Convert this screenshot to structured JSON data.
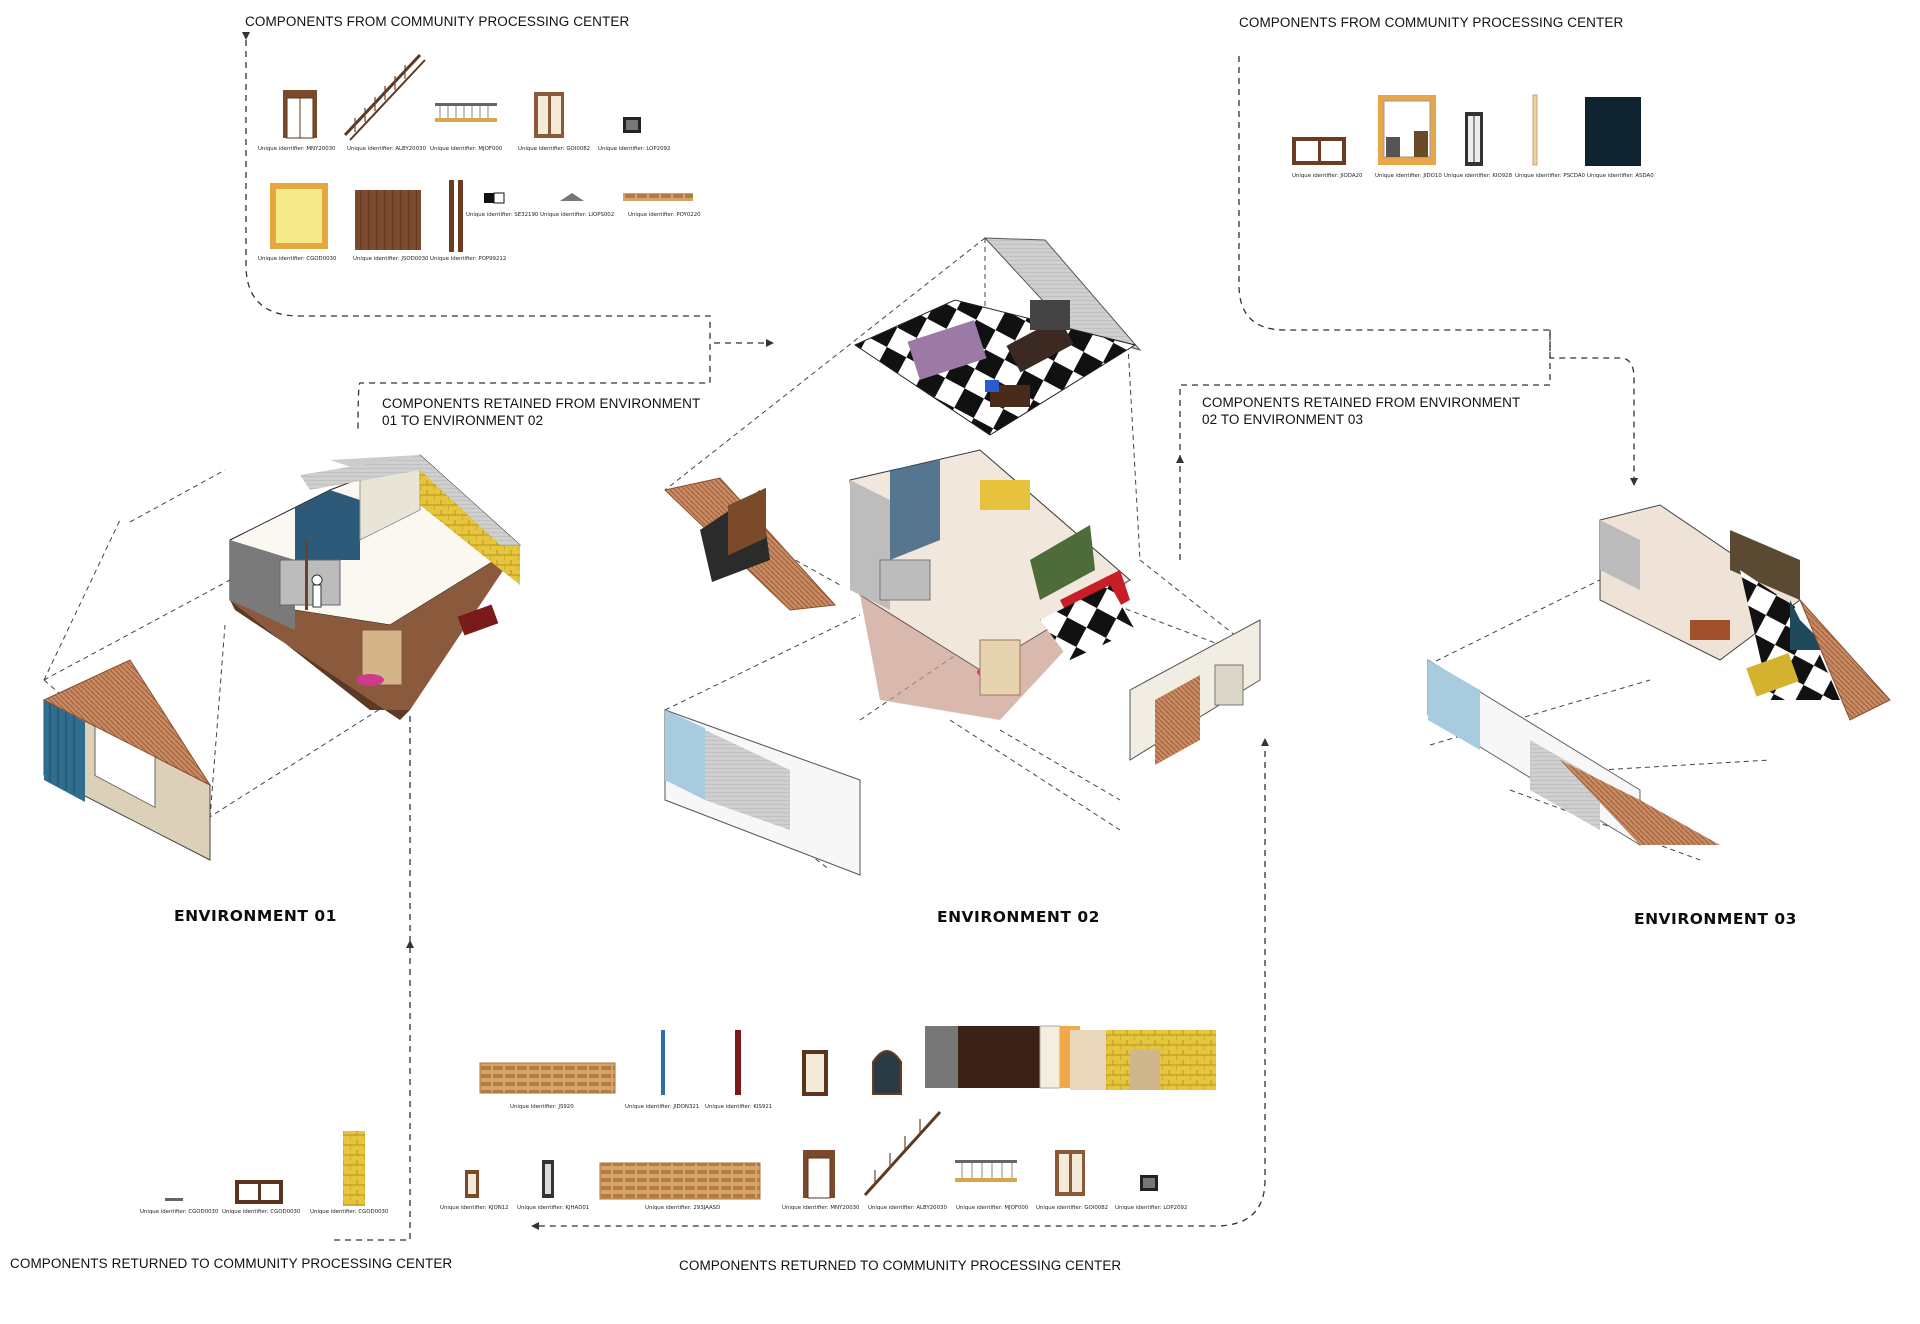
{
  "labels": {
    "top_left": "COMPONENTS FROM COMMUNITY PROCESSING CENTER",
    "top_right": "COMPONENTS FROM COMMUNITY PROCESSING CENTER",
    "retained_01_02": "COMPONENTS RETAINED FROM ENVIRONMENT 01 TO ENVIRONMENT 02",
    "retained_02_03": "COMPONENTS RETAINED FROM ENVIRONMENT 02 TO ENVIRONMENT 03",
    "returned_left": "COMPONENTS RETURNED TO COMMUNITY PROCESSING CENTER",
    "returned_bottom": "COMPONENTS RETURNED TO COMMUNITY PROCESSING CENTER"
  },
  "environments": {
    "env1": "ENVIRONMENT 01",
    "env2": "ENVIRONMENT 02",
    "env3": "ENVIRONMENT 03"
  },
  "components": {
    "top_left_row1": [
      "Unique identifier: MNY20030",
      "Unique identifier: ALBY20030",
      "Unique identifier: MJOF000",
      "Unique identifier: GOI0082",
      "Unique identifier: LOP2092"
    ],
    "top_left_row2": [
      "Unique identifier: CGOD0030",
      "Unique identifier: JSOD0030",
      "Unique identifier: SE32190",
      "Unique identifier: LIOPS002",
      "Unique identifier: POY0220",
      "Unique identifier: POP99212"
    ],
    "top_right": [
      "Unique identifier: JIODA20",
      "Unique identifier: JIDO10",
      "Unique identifier: KIO928",
      "Unique identifier: PSCDA0",
      "Unique identifier: ASDA0"
    ],
    "returned_left": [
      "Unique identifier: CGOD0030",
      "Unique identifier: CGOD0030",
      "Unique identifier: CGOD0030"
    ],
    "returned_bottom_row1": [
      "Unique identifier: JS920",
      "Unique identifier: JIDON321",
      "Unique identifier: KIS921"
    ],
    "returned_bottom_row2": [
      "Unique identifier: KJON12",
      "Unique identifier: KJHAD01",
      "Unique identifier: 293JAASD",
      "Unique identifier: MNY20030",
      "Unique identifier: ALBY20030",
      "Unique identifier: MJOF000",
      "Unique identifier: GOI0082",
      "Unique identifier: LOP2092"
    ]
  },
  "colors": {
    "wood": "#7a4a2a",
    "yellow": "#e7c33d",
    "floor": "#8b5a3c",
    "teal": "#2f6a8a",
    "green": "#4e6b3a",
    "red": "#b3202a",
    "line": "#333333"
  }
}
